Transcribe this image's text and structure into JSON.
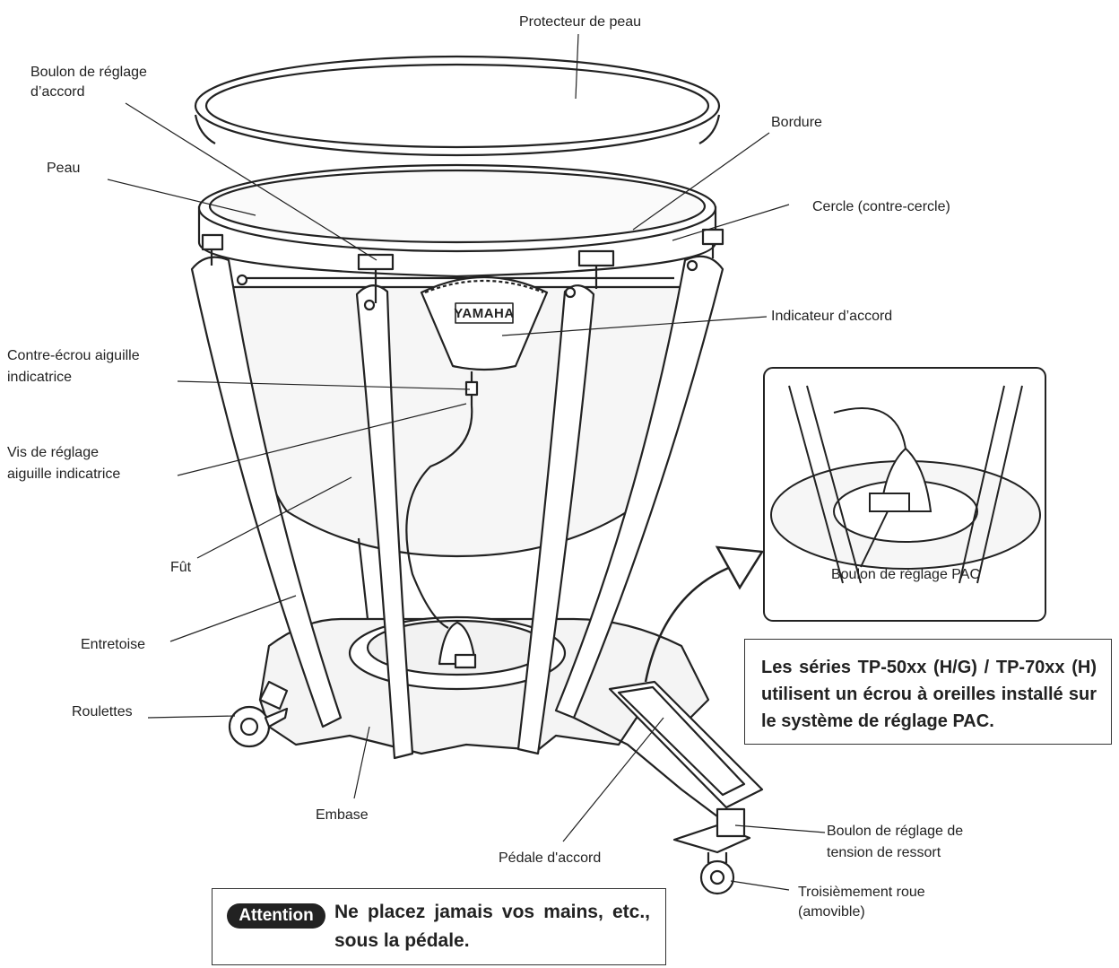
{
  "labels": {
    "protecteur": "Protecteur de peau",
    "boulon_accord_1": "Boulon de réglage",
    "boulon_accord_2": "d’accord",
    "bordure": "Bordure",
    "peau": "Peau",
    "cercle": "Cercle (contre-cercle)",
    "indicateur": "Indicateur d’accord",
    "contre_ecrou_1": "Contre-écrou aiguille",
    "contre_ecrou_2": "indicatrice",
    "vis_1": "Vis de réglage",
    "vis_2": "aiguille indicatrice",
    "fut": "Fût",
    "entretoise": "Entretoise",
    "roulettes": "Roulettes",
    "embase": "Embase",
    "pedale": "Pédale d'accord",
    "boulon_ressort_1": "Boulon de réglage de",
    "boulon_ressort_2": "tension de ressort",
    "troisieme_1": "Troisièmement roue",
    "troisieme_2": "(amovible)",
    "pac": "Boulon de réglage PAC",
    "brand": "YAMAHA"
  },
  "note": "Les séries TP-50xx (H/G) / TP-70xx (H) utilisent un écrou à oreilles installé sur le système de réglage PAC.",
  "attention": {
    "tag": "Attention",
    "text": "Ne placez jamais vos mains, etc., sous la pédale."
  },
  "colors": {
    "ink": "#222222",
    "paper": "#ffffff",
    "tag_bg": "#222222",
    "shade": "#e6e6e6"
  }
}
